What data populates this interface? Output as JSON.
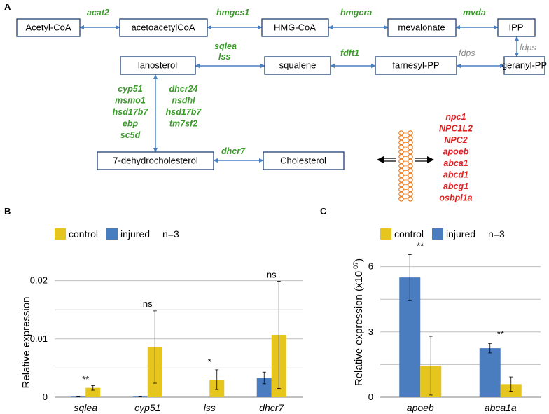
{
  "panels": {
    "a": {
      "letter": "A",
      "nodes": {
        "acetyl_coa": "Acetyl-CoA",
        "acetoacetyl_coa": "acetoacetylCoA",
        "hmg_coa": "HMG-CoA",
        "mevalonate": "mevalonate",
        "ipp": "IPP",
        "lanosterol": "lanosterol",
        "squalene": "squalene",
        "farnesyl_pp": "farnesyl-PP",
        "geranyl_pp": "geranyl-PP",
        "dehydrocholesterol": "7-dehydrocholesterol",
        "cholesterol": "Cholesterol"
      },
      "genes": {
        "acat2": "acat2",
        "hmgcs1": "hmgcs1",
        "hmgcra": "hmgcra",
        "mvda": "mvda",
        "fdps_vertical": "fdps",
        "sqlea": "sqlea",
        "lss": "lss",
        "fdft1": "fdft1",
        "fdps_horizontal": "fdps",
        "left_column": [
          "cyp51",
          "msmo1",
          "hsd17b7",
          "ebp",
          "sc5d"
        ],
        "right_column": [
          "dhcr24",
          "nsdhl",
          "hsd17b7",
          "tm7sf2"
        ],
        "dhcr7": "dhcr7"
      },
      "transport_genes": [
        "npc1",
        "NPC1L2",
        "NPC2",
        "apoeb",
        "abca1",
        "abcd1",
        "abcg1",
        "osbpl1a"
      ],
      "colors": {
        "enzyme": "#3a9a2a",
        "transporter": "#e02020",
        "fdps": "#8c8c8c",
        "arrow": "#4a7fc0",
        "membrane": "#f07a1a"
      }
    },
    "b": {
      "letter": "B",
      "legend": {
        "control": "control",
        "injured": "injured",
        "n": "n=3"
      }
    },
    "c": {
      "letter": "C",
      "legend": {
        "control": "control",
        "injured": "injured",
        "n": "n=3"
      }
    }
  },
  "chart_data": [
    {
      "type": "bar",
      "panel": "B",
      "ylabel": "Relative expression",
      "ylim": [
        0,
        0.025
      ],
      "yticks": [
        0,
        0.01,
        0.02
      ],
      "ytick_labels": [
        "0",
        "0.01",
        "0.02"
      ],
      "grid": true,
      "legend_position": "top-left",
      "categories": [
        "sqlea",
        "cyp51",
        "lss",
        "dhcr7"
      ],
      "series": [
        {
          "name": "injured",
          "color": "#4a7cc0",
          "values": [
            0.0001,
            0.0001,
            0.0,
            0.0033
          ],
          "errors": [
            5e-05,
            5e-05,
            0.0,
            0.001
          ]
        },
        {
          "name": "control",
          "color": "#e6c61e",
          "values": [
            0.0016,
            0.0086,
            0.003,
            0.0107
          ],
          "errors": [
            0.0004,
            0.0062,
            0.0017,
            0.0092
          ]
        }
      ],
      "significance": [
        "**",
        "ns",
        "*",
        "ns"
      ],
      "significance_y": [
        0.0025,
        0.0155,
        0.0055,
        0.0205
      ]
    },
    {
      "type": "bar",
      "panel": "C",
      "ylabel": "Relative expression (x10",
      "ylabel_exp": "-07",
      "ylabel_close": ")",
      "ylim": [
        0,
        7.5
      ],
      "yticks": [
        0,
        3,
        6
      ],
      "ytick_labels": [
        "0",
        "3",
        "6"
      ],
      "grid": true,
      "legend_position": "top-left",
      "categories": [
        "apoeb",
        "abca1a"
      ],
      "series": [
        {
          "name": "injured",
          "color": "#4a7cc0",
          "values": [
            5.5,
            2.25
          ],
          "errors": [
            1.05,
            0.22
          ]
        },
        {
          "name": "control",
          "color": "#e6c61e",
          "values": [
            1.45,
            0.6
          ],
          "errors": [
            1.35,
            0.33
          ]
        }
      ],
      "significance": [
        "**",
        "**"
      ],
      "significance_y": [
        6.8,
        2.75
      ]
    }
  ]
}
